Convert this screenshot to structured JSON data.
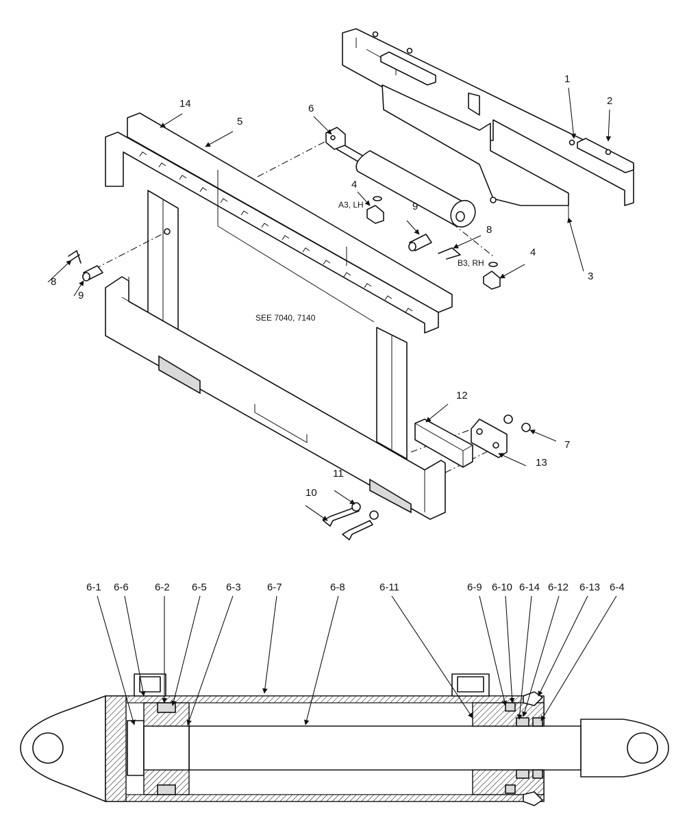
{
  "note": "SEE 7040, 7140",
  "side_notes": {
    "lh": "A3, LH",
    "rh": "B3, RH"
  },
  "callouts": {
    "c1": "1",
    "c2": "2",
    "c3": "3",
    "c4a": "4",
    "c4b": "4",
    "c5": "5",
    "c6": "6",
    "c7": "7",
    "c8a": "8",
    "c8b": "8",
    "c9a": "9",
    "c9b": "9",
    "c10": "10",
    "c11": "11",
    "c12": "12",
    "c13": "13",
    "c14": "14"
  },
  "cylinder_callouts": {
    "c6_1": "6-1",
    "c6_6": "6-6",
    "c6_2": "6-2",
    "c6_5": "6-5",
    "c6_3": "6-3",
    "c6_7": "6-7",
    "c6_8": "6-8",
    "c6_11": "6-11",
    "c6_9": "6-9",
    "c6_10": "6-10",
    "c6_14": "6-14",
    "c6_12": "6-12",
    "c6_13": "6-13",
    "c6_4": "6-4"
  }
}
